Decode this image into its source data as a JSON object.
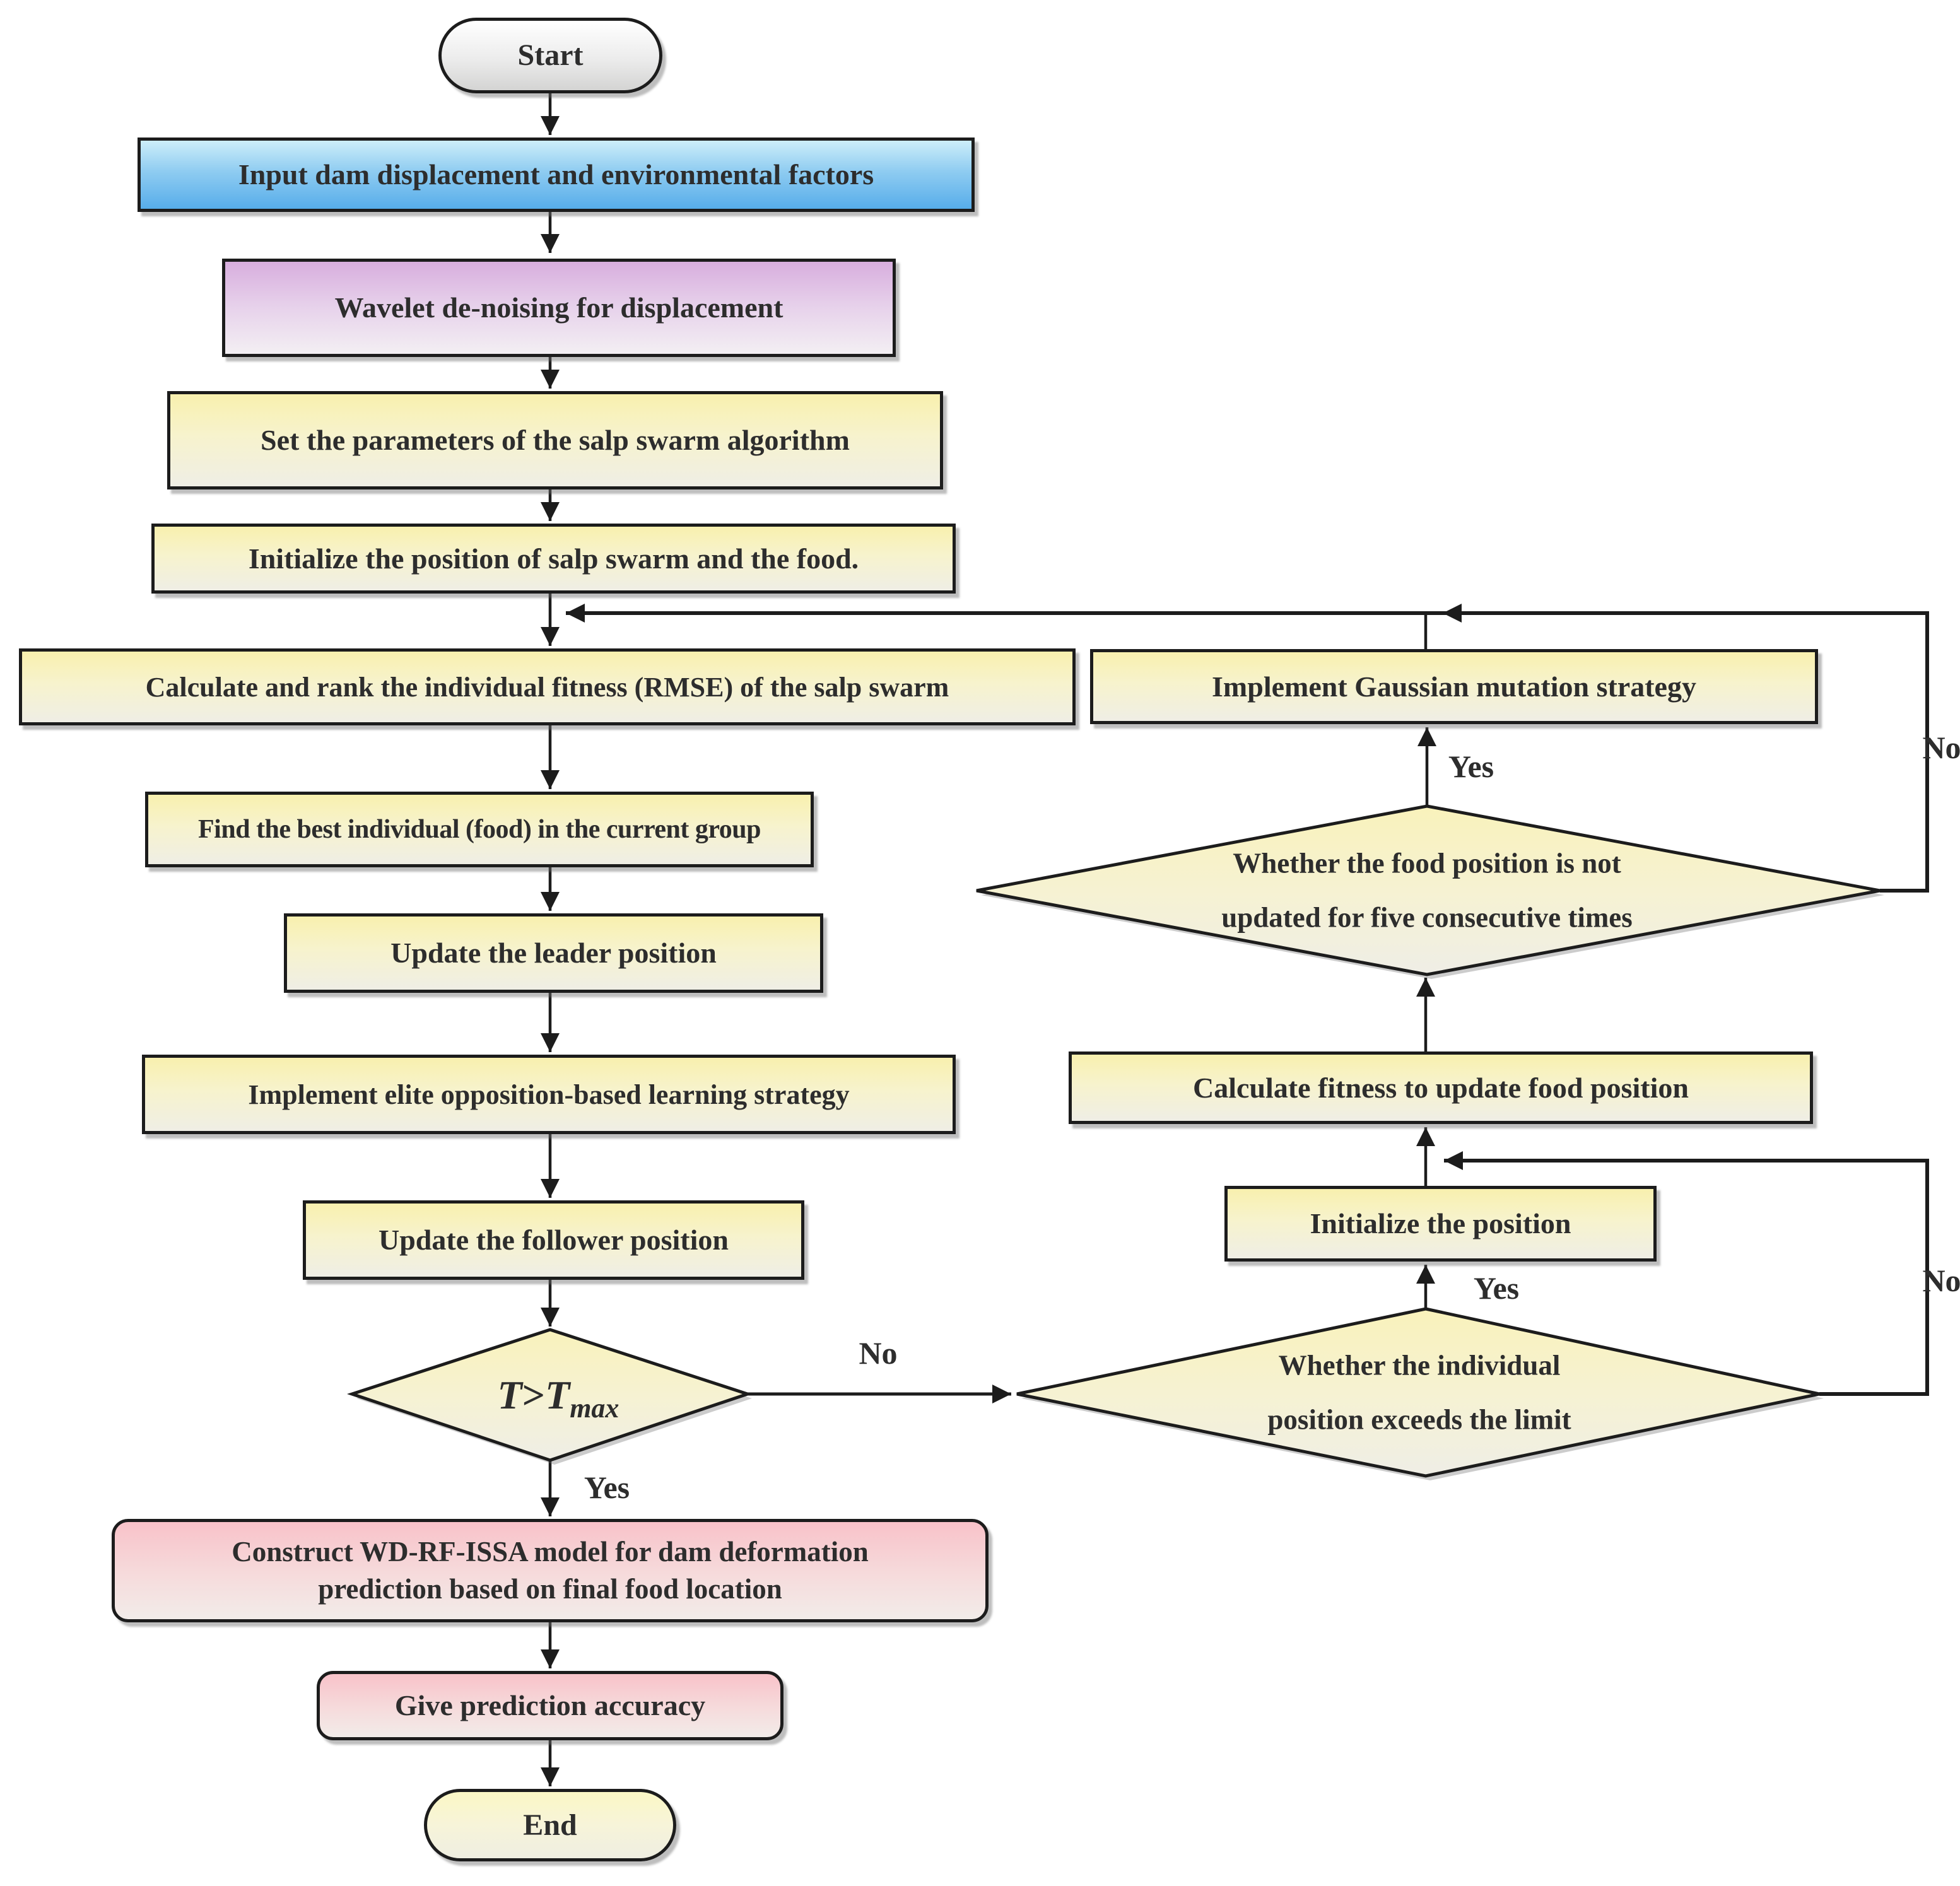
{
  "nodes": {
    "start": {
      "label": "Start"
    },
    "input": {
      "label": "Input dam displacement and environmental factors"
    },
    "wavelet": {
      "label": "Wavelet de-noising for displacement"
    },
    "set_params": {
      "label": "Set the parameters of the salp swarm algorithm"
    },
    "init_swarm": {
      "label": "Initialize the position of salp swarm and the food."
    },
    "calc_rank": {
      "label": "Calculate and rank the individual fitness (RMSE) of the salp swarm"
    },
    "gaussian": {
      "label": "Implement Gaussian mutation strategy"
    },
    "find_best": {
      "label": "Find the best individual (food) in the current group"
    },
    "food_decision": {
      "line1": "Whether the food position is not",
      "line2": "updated for five consecutive times"
    },
    "update_leader": {
      "label": "Update the leader position"
    },
    "elite": {
      "label": "Implement elite opposition-based learning strategy"
    },
    "update_follower": {
      "label": "Update the follower position"
    },
    "calc_fitness": {
      "label": "Calculate fitness to update food position"
    },
    "init_position": {
      "label": "Initialize the position"
    },
    "individual_decision": {
      "line1": "Whether the individual",
      "line2": "position exceeds the limit"
    },
    "tmax_decision": {
      "t1": "T",
      "gt": ">",
      "t2": "T",
      "sub": "max"
    },
    "construct": {
      "line1": "Construct WD-RF-ISSA model for dam deformation",
      "line2": "prediction based on final food location"
    },
    "accuracy": {
      "label": "Give prediction accuracy"
    },
    "end": {
      "label": "End"
    }
  },
  "edge_labels": {
    "food_yes": "Yes",
    "food_no": "No",
    "individual_yes": "Yes",
    "individual_no": "No",
    "tmax_yes": "Yes",
    "tmax_no": "No"
  },
  "colors": {
    "line": "#1c1c1c",
    "box_border": "#1c1c1c",
    "text": "#2d2d2d",
    "blue_top": "#cdeef9",
    "blue_bottom": "#57adea",
    "purple_top": "#d8aede",
    "yellow_top": "#f8f0ae",
    "yellow_bottom": "#efeee5",
    "pink_top": "#f8c2c9",
    "gray_bottom": "#d4d4d3",
    "end_top": "#fbf7c5"
  }
}
